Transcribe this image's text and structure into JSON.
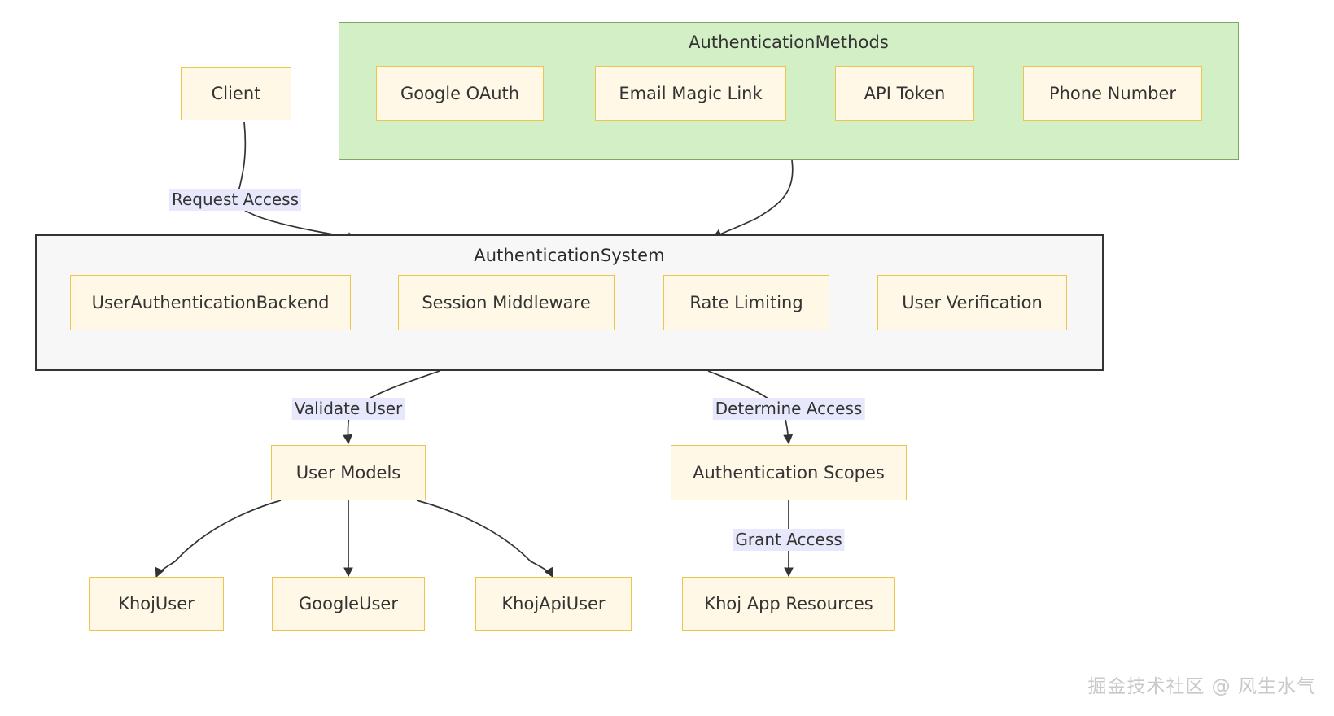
{
  "diagram": {
    "type": "flowchart",
    "groups": [
      {
        "id": "auth-methods",
        "title": "AuthenticationMethods",
        "fill": "#D3EFC5",
        "stroke": "#7CA863",
        "nodes": [
          {
            "id": "google-oauth",
            "label": "Google OAuth"
          },
          {
            "id": "email-magic-link",
            "label": "Email Magic Link"
          },
          {
            "id": "api-token",
            "label": "API Token"
          },
          {
            "id": "phone-number",
            "label": "Phone Number"
          }
        ]
      },
      {
        "id": "auth-system",
        "title": "AuthenticationSystem",
        "fill": "#F7F7F7",
        "stroke": "#333333",
        "nodes": [
          {
            "id": "user-auth-backend",
            "label": "UserAuthenticationBackend"
          },
          {
            "id": "session-middleware",
            "label": "Session Middleware"
          },
          {
            "id": "rate-limiting",
            "label": "Rate Limiting"
          },
          {
            "id": "user-verification",
            "label": "User Verification"
          }
        ]
      }
    ],
    "nodes": [
      {
        "id": "client",
        "label": "Client"
      },
      {
        "id": "user-models",
        "label": "User Models"
      },
      {
        "id": "authentication-scopes",
        "label": "Authentication Scopes"
      },
      {
        "id": "khoj-user",
        "label": "KhojUser"
      },
      {
        "id": "google-user",
        "label": "GoogleUser"
      },
      {
        "id": "khoj-api-user",
        "label": "KhojApiUser"
      },
      {
        "id": "khoj-app-resources",
        "label": "Khoj App Resources"
      }
    ],
    "edges": [
      {
        "id": "e-request-access",
        "from": "client",
        "to": "auth-system",
        "label": "Request Access"
      },
      {
        "id": "e-methods-system",
        "from": "auth-methods",
        "to": "auth-system",
        "label": ""
      },
      {
        "id": "e-validate-user",
        "from": "auth-system",
        "to": "user-models",
        "label": "Validate User"
      },
      {
        "id": "e-determine-access",
        "from": "auth-system",
        "to": "authentication-scopes",
        "label": "Determine Access"
      },
      {
        "id": "e-um-khojuser",
        "from": "user-models",
        "to": "khoj-user",
        "label": ""
      },
      {
        "id": "e-um-googleuser",
        "from": "user-models",
        "to": "google-user",
        "label": ""
      },
      {
        "id": "e-um-khojapiuser",
        "from": "user-models",
        "to": "khoj-api-user",
        "label": ""
      },
      {
        "id": "e-grant-access",
        "from": "authentication-scopes",
        "to": "khoj-app-resources",
        "label": "Grant Access"
      }
    ],
    "node_style": {
      "fill": "#FFF8E6",
      "stroke": "#EBC54C",
      "text": "#333333"
    },
    "edge_style": {
      "stroke": "#333333",
      "label_fill": "#E8E8FC"
    }
  },
  "watermark": {
    "text": "掘金技术社区 @ 风生水气"
  }
}
